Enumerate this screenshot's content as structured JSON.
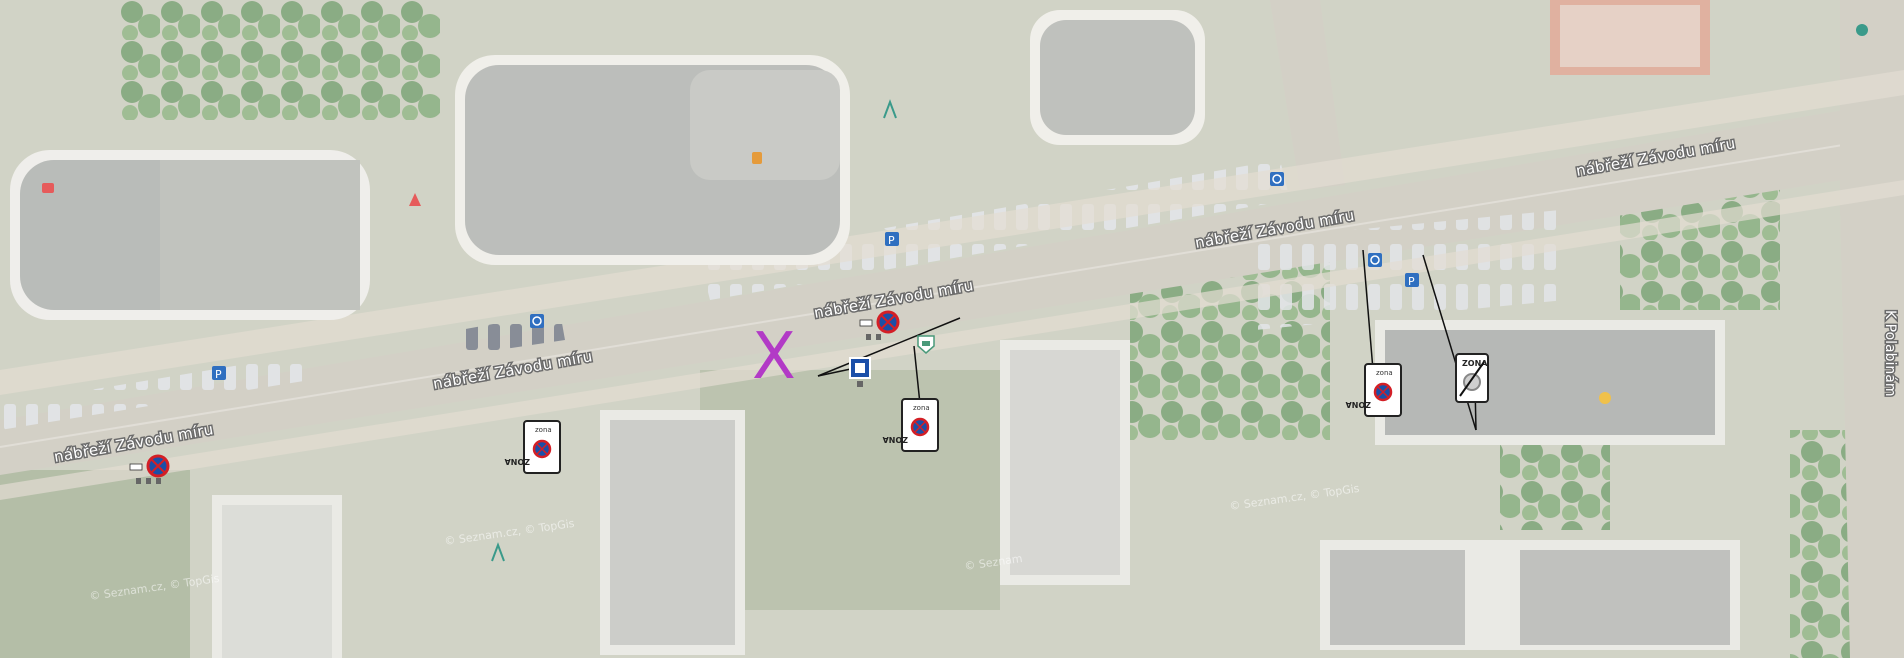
{
  "map": {
    "street_labels": [
      {
        "id": "a",
        "text": "nábřeží Závodu míru"
      },
      {
        "id": "b",
        "text": "nábřeží Závodu míru"
      },
      {
        "id": "c",
        "text": "nábřeží Závodu míru"
      },
      {
        "id": "d",
        "text": "nábřeží Závodu míru"
      },
      {
        "id": "e",
        "text": "nábřeží Závodu míru"
      }
    ],
    "side_street": "K Polabinám",
    "watermarks": [
      "© Seznam.cz, © TopGis",
      "© Seznam.cz, © TopGis",
      "© Seznam",
      "© Seznam.cz, © TopGis"
    ],
    "marker_x": "X",
    "sign_text": "ZONA",
    "sign_text_small": "zona",
    "colors": {
      "road": "#c7c2b6",
      "roof": "#a6a8a3",
      "tree": "#6f9a63",
      "grass": "#b6c29c",
      "mark_purple": "#b23ac6",
      "no_parking_red": "#d31f26",
      "no_parking_blue": "#1b4fa8",
      "parking_blue": "#2f6fc0"
    },
    "icons": [
      "no-parking-sign-icon",
      "zona-sign-icon",
      "parking-icon",
      "disabled-parking-icon",
      "bus-stop-icon"
    ]
  }
}
